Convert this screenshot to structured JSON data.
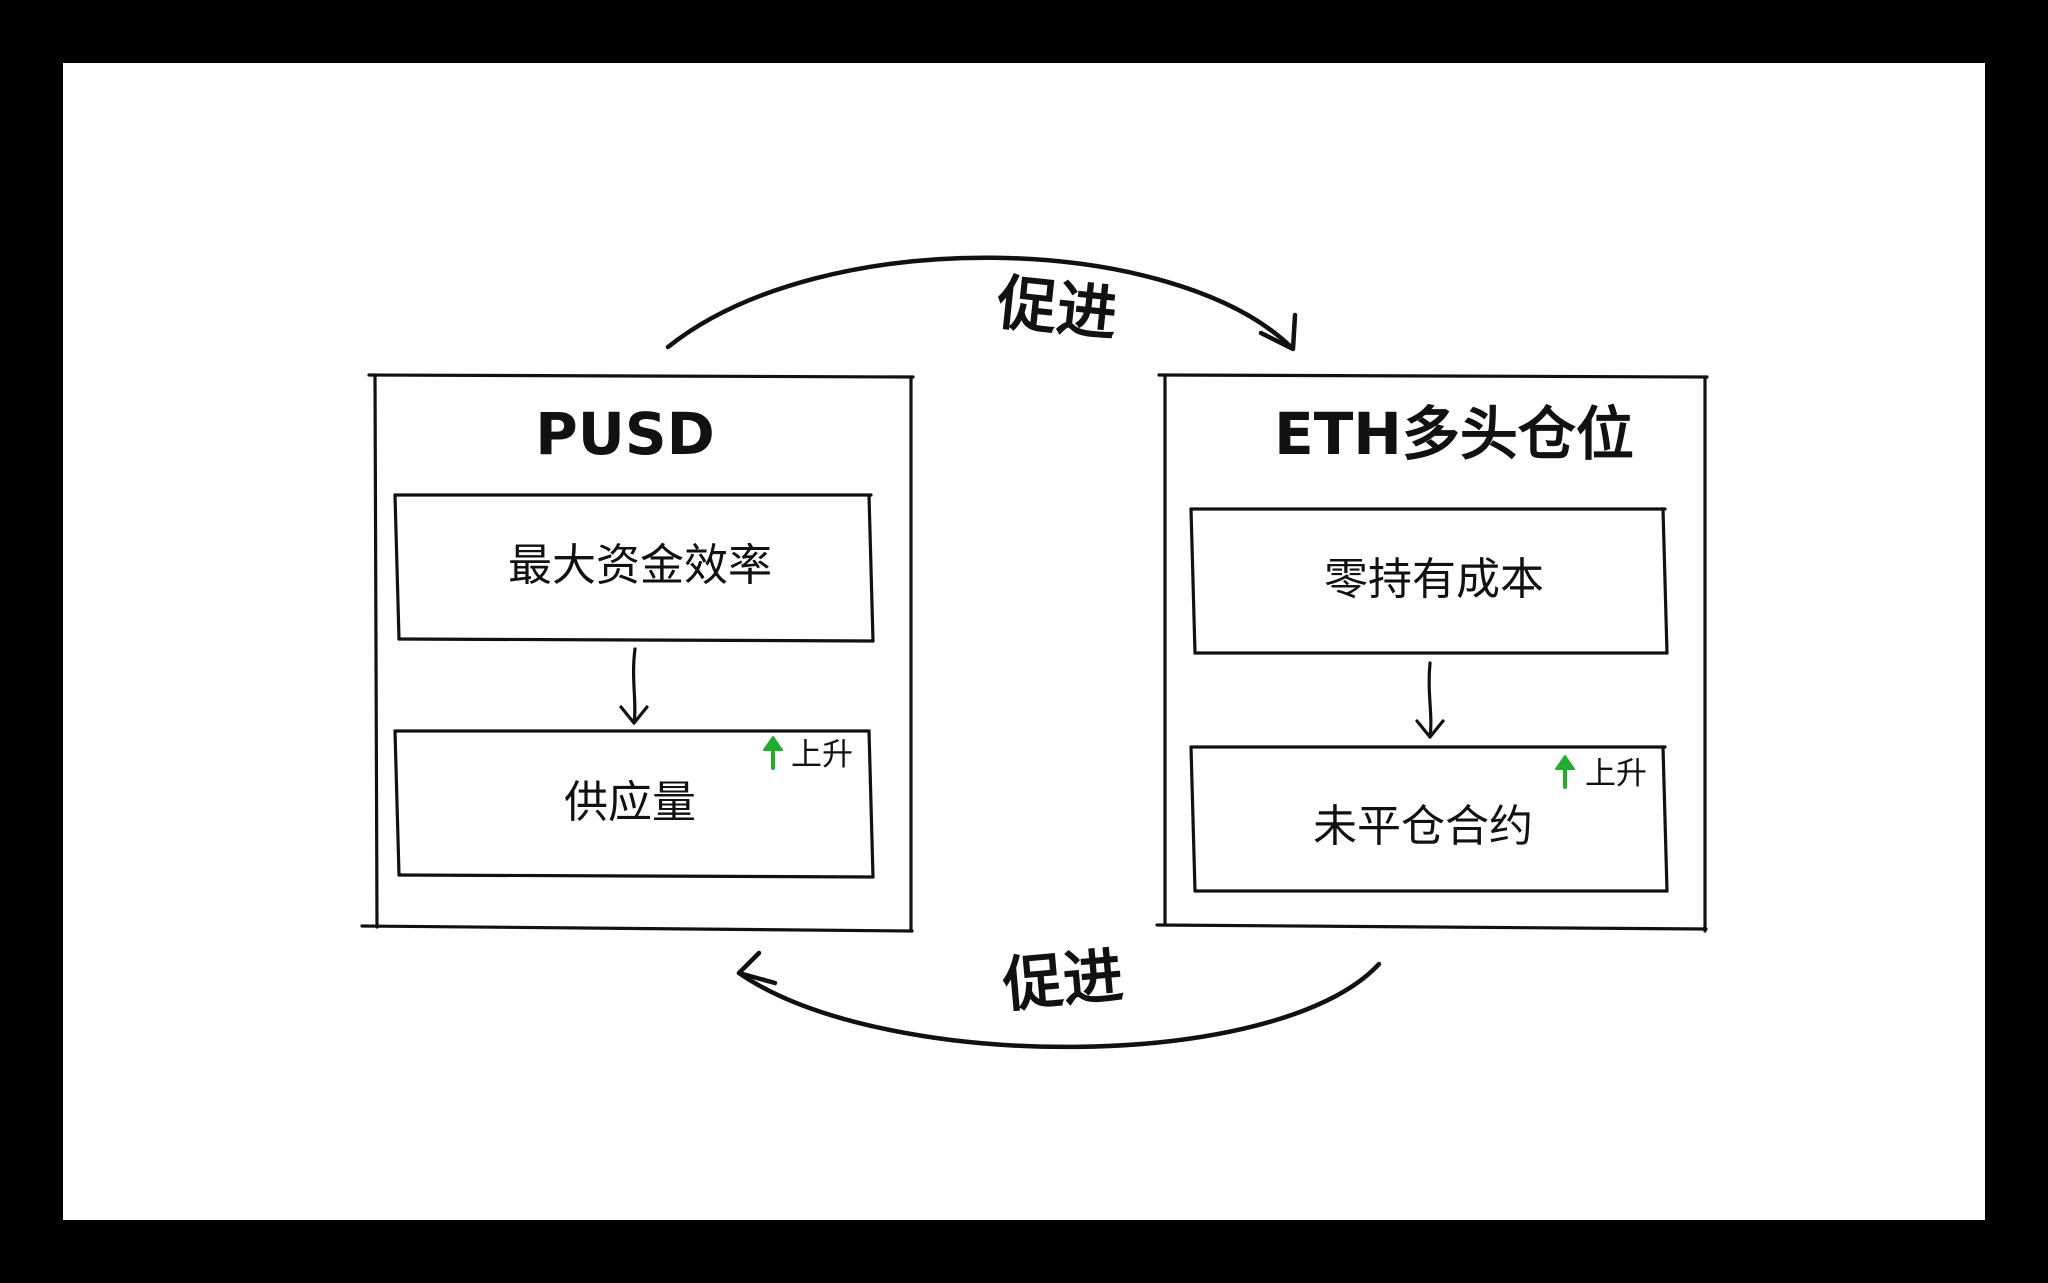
{
  "colors": {
    "background": "#000000",
    "canvas": "#ffffff",
    "stroke": "#111111",
    "up_arrow": "#1fae2b"
  },
  "boxes": {
    "left": {
      "title": "PUSD",
      "top_node": "最大资金效率",
      "bottom_node": "供应量",
      "badge": "上升"
    },
    "right": {
      "title": "ETH多头仓位",
      "top_node": "零持有成本",
      "bottom_node": "未平仓合约",
      "badge": "上升"
    }
  },
  "edges": {
    "top_label": "促进",
    "bottom_label": "促进"
  },
  "icons": {
    "up": "up-arrow-icon"
  }
}
